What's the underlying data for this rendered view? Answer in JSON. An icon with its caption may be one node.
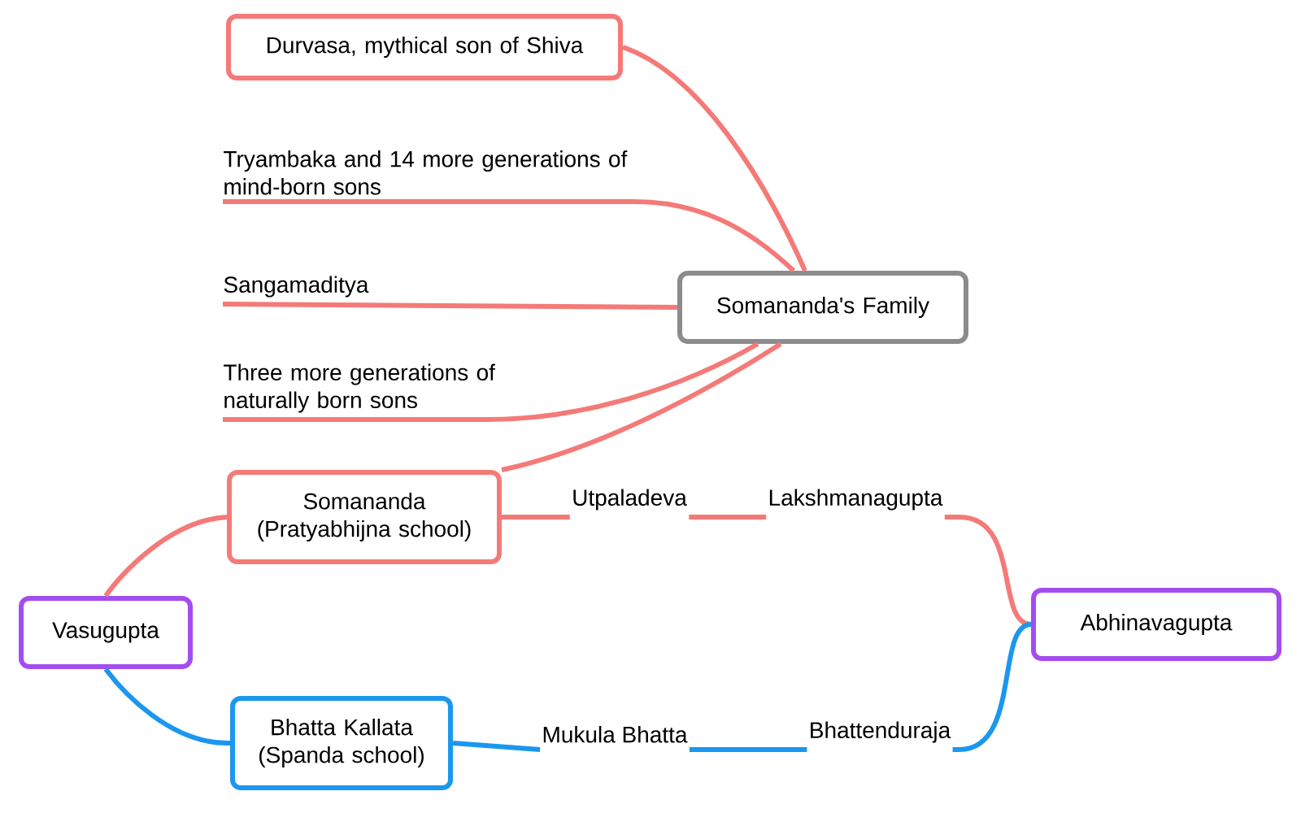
{
  "diagram": {
    "nodes": [
      {
        "text": [
          "Durvasa, mythical son of Shiva"
        ]
      },
      {
        "text": [
          "Tryambaka and 14 more generations of mind-born sons"
        ]
      },
      {
        "text": [
          "Somananda's Family"
        ]
      },
      {
        "text": [
          "Sangamaditya"
        ]
      },
      {
        "text": [
          "Three more generations of naturally born sons"
        ]
      },
      {
        "text": [
          "Somananda (Pratyabhijna school)"
        ]
      },
      {
        "text": [
          "Utpaladeva"
        ]
      },
      {
        "text": [
          "Lakshmanagupta"
        ]
      },
      {
        "text": [
          "Vasugupta"
        ]
      },
      {
        "text": [
          "Abhinavagupta"
        ]
      },
      {
        "text": [
          "Bhatta Kallata (Spanda school)"
        ]
      },
      {
        "text": [
          "Mukula Bhatta"
        ]
      },
      {
        "text": [
          "Bhattenduraja"
        ]
      }
    ],
    "edges": [
      {
        "from": 2,
        "to": 0,
        "arrow": "none"
      },
      {
        "from": 2,
        "to": 1,
        "arrow": "none"
      },
      {
        "from": 2,
        "to": 3,
        "arrow": "none"
      },
      {
        "from": 2,
        "to": 4,
        "arrow": "none"
      },
      {
        "from": 2,
        "to": 5,
        "arrow": "none"
      },
      {
        "from": 8,
        "to": 5,
        "arrow": "none"
      },
      {
        "from": 5,
        "to": 6,
        "arrow": "none"
      },
      {
        "from": 6,
        "to": 7,
        "arrow": "none"
      },
      {
        "from": 7,
        "to": 9,
        "arrow": "none"
      },
      {
        "from": 8,
        "to": 10,
        "arrow": "none",
        "color": "#1b97ee"
      },
      {
        "from": 10,
        "to": 11,
        "arrow": "none",
        "color": "#1b97ee"
      },
      {
        "from": 11,
        "to": 12,
        "arrow": "none",
        "color": "#1b97ee"
      },
      {
        "from": 12,
        "to": 9,
        "arrow": "none",
        "color": "#1b97ee"
      }
    ]
  }
}
